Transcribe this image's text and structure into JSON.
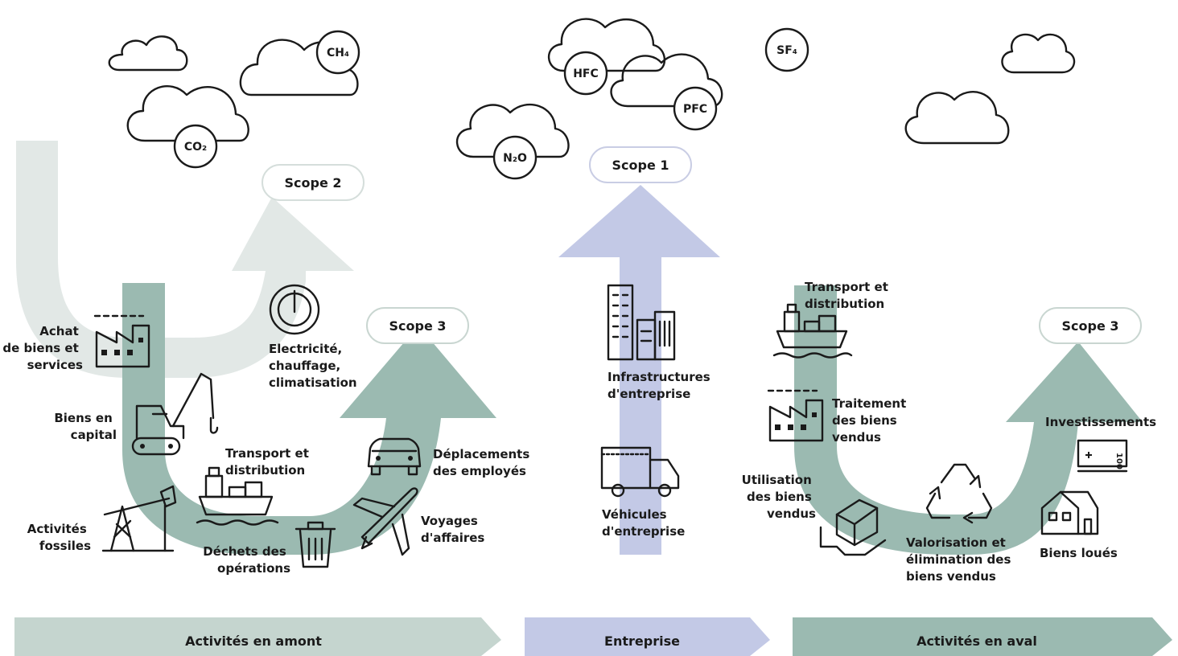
{
  "gases": {
    "co2": "CO₂",
    "ch4": "CH₄",
    "hfc": "HFC",
    "pfc": "PFC",
    "n2o": "N₂O",
    "sf4": "SF₄"
  },
  "scopes": {
    "scope2": "Scope 2",
    "scope3_upstream": "Scope 3",
    "scope1": "Scope 1",
    "scope3_downstream": "Scope 3"
  },
  "upstream": {
    "purchases": [
      "Achat",
      "de biens et",
      "services"
    ],
    "capital_goods": [
      "Biens en",
      "capital"
    ],
    "fossil": [
      "Activités",
      "fossiles"
    ],
    "transport": [
      "Transport et",
      "distribution"
    ],
    "waste": [
      "Déchets des",
      "opérations"
    ],
    "commuting": [
      "Déplacements",
      "des employés"
    ],
    "business_travel": [
      "Voyages",
      "d'affaires"
    ],
    "energy": [
      "Electricité,",
      "chauffage,",
      "climatisation"
    ]
  },
  "company": {
    "infrastructure": [
      "Infrastructures",
      "d'entreprise"
    ],
    "vehicles": [
      "Véhicules",
      "d'entreprise"
    ]
  },
  "downstream": {
    "transport": [
      "Transport et",
      "distribution"
    ],
    "processing": [
      "Traitement",
      "des biens",
      "vendus"
    ],
    "use": [
      "Utilisation",
      "des biens",
      "vendus"
    ],
    "end_of_life": [
      "Valorisation et",
      "élimination des",
      "biens vendus"
    ],
    "investments": "Investissements",
    "leased": "Biens loués"
  },
  "bands": {
    "upstream": "Activités en amont",
    "company": "Entreprise",
    "downstream": "Activités en aval"
  },
  "colors": {
    "upstream_band": "#c5d5cf",
    "company_arrow": "#c3c9e6",
    "downstream_band": "#9bbab1",
    "scope3_arrow": "#9bbab1",
    "scope2_arrow": "#e2e8e6",
    "pill_border": "#c9d6d1"
  }
}
